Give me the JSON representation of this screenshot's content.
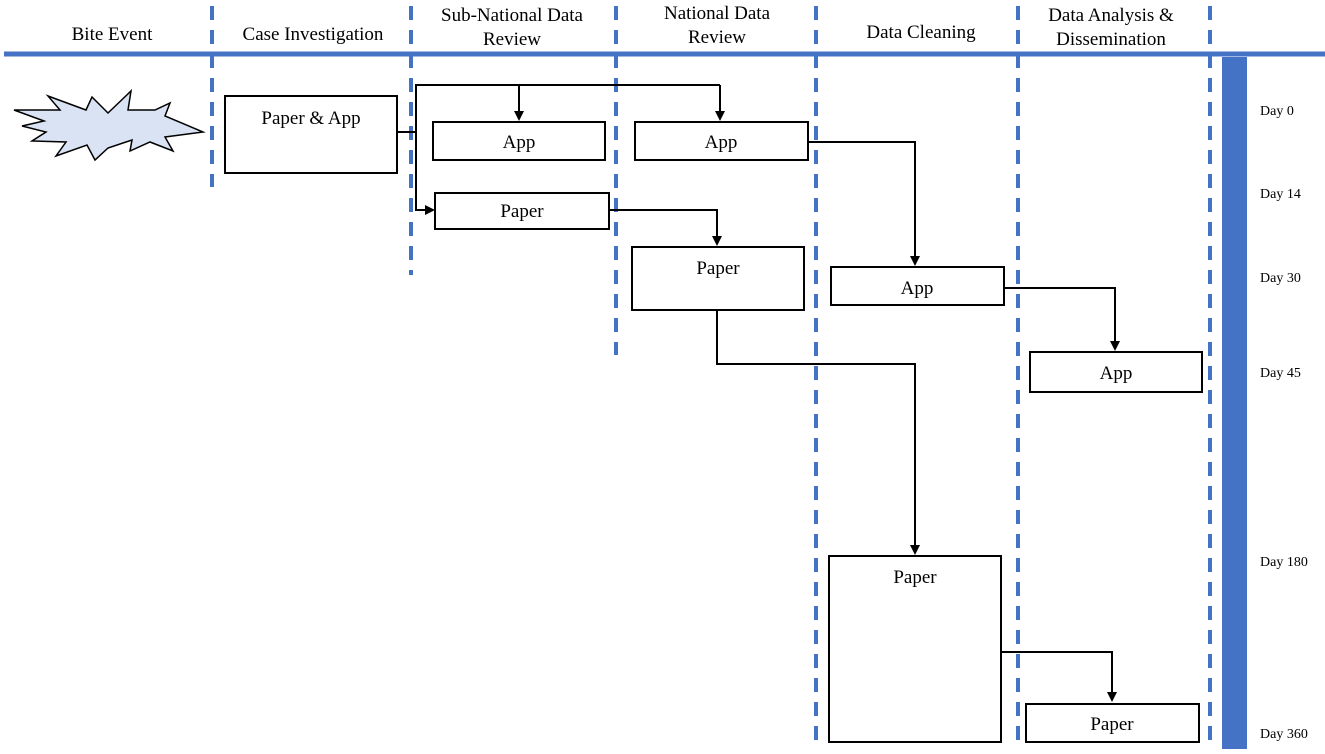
{
  "headers": [
    {
      "id": "bite-event",
      "lines": [
        "Bite Event"
      ]
    },
    {
      "id": "case-investigation",
      "lines": [
        "Case Investigation"
      ]
    },
    {
      "id": "sub-national-review",
      "lines": [
        "Sub-National Data",
        "Review"
      ]
    },
    {
      "id": "national-review",
      "lines": [
        "National Data",
        "Review"
      ]
    },
    {
      "id": "data-cleaning",
      "lines": [
        "Data Cleaning"
      ]
    },
    {
      "id": "analysis-dissemination",
      "lines": [
        "Data Analysis &",
        "Dissemination"
      ]
    }
  ],
  "days": [
    "Day 0",
    "Day 14",
    "Day 30",
    "Day 45",
    "Day 180",
    "Day 360"
  ],
  "boxes": {
    "case_paper_app": "Paper & App",
    "subnational_app": "App",
    "subnational_paper": "Paper",
    "national_app": "App",
    "national_paper": "Paper",
    "cleaning_app": "App",
    "cleaning_paper": "Paper",
    "analysis_app": "App",
    "analysis_paper": "Paper"
  },
  "colors": {
    "lane_divider": "#4472c4",
    "timeline_bar": "#4472c4",
    "bite_burst": "#dae3f3"
  }
}
